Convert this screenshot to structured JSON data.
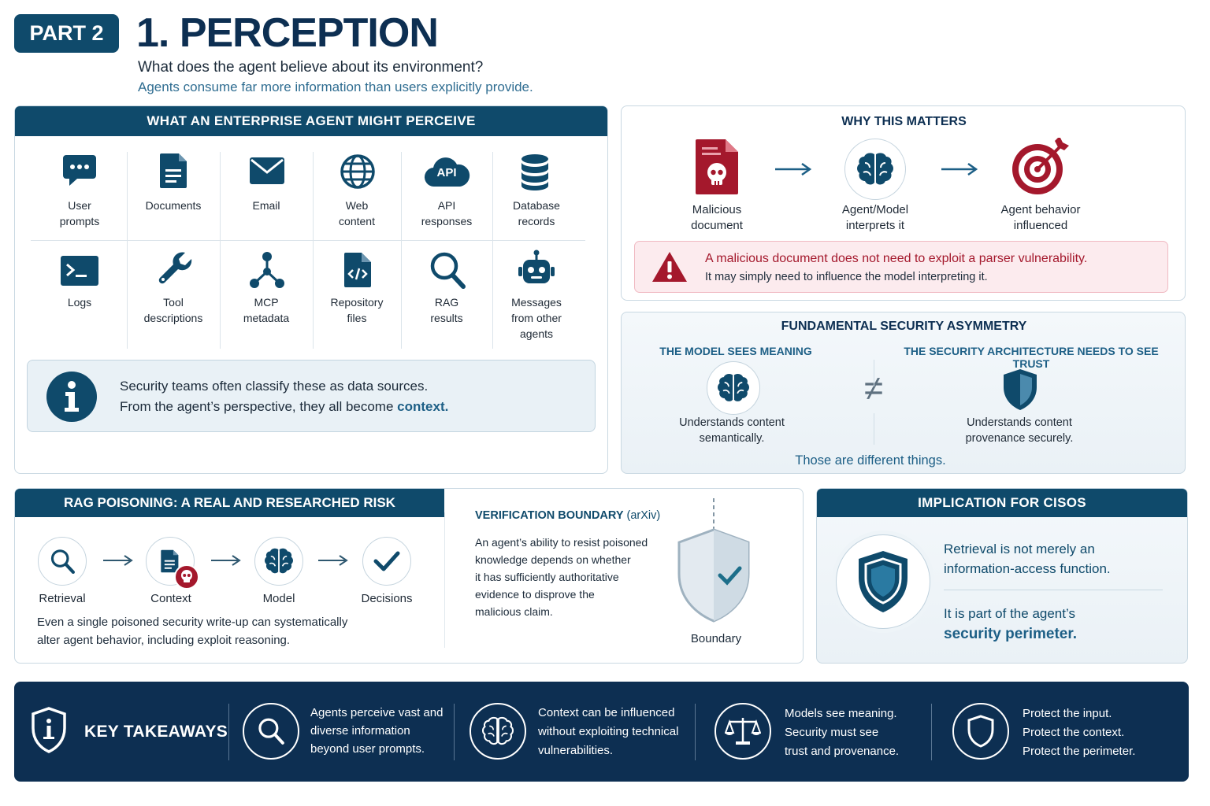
{
  "header": {
    "part_badge": "PART 2",
    "title": "1. PERCEPTION",
    "question": "What does the agent believe about its environment?",
    "subtitle": "Agents consume far more information than users explicitly provide."
  },
  "perceive": {
    "heading": "WHAT AN ENTERPRISE AGENT MIGHT PERCEIVE",
    "items_row1": [
      {
        "label1": "User",
        "label2": "prompts",
        "icon": "chat-icon"
      },
      {
        "label1": "Documents",
        "label2": "",
        "icon": "document-icon"
      },
      {
        "label1": "Email",
        "label2": "",
        "icon": "email-icon"
      },
      {
        "label1": "Web",
        "label2": "content",
        "icon": "globe-icon"
      },
      {
        "label1": "API",
        "label2": "responses",
        "icon": "api-cloud-icon"
      },
      {
        "label1": "Database",
        "label2": "records",
        "icon": "database-icon"
      }
    ],
    "items_row2": [
      {
        "label1": "Logs",
        "label2": "",
        "label3": "",
        "icon": "terminal-icon"
      },
      {
        "label1": "Tool",
        "label2": "descriptions",
        "label3": "",
        "icon": "wrench-icon"
      },
      {
        "label1": "MCP",
        "label2": "metadata",
        "label3": "",
        "icon": "network-icon"
      },
      {
        "label1": "Repository",
        "label2": "files",
        "label3": "",
        "icon": "code-file-icon"
      },
      {
        "label1": "RAG",
        "label2": "results",
        "label3": "",
        "icon": "magnifier-icon"
      },
      {
        "label1": "Messages",
        "label2": "from other",
        "label3": "agents",
        "icon": "robot-icon"
      }
    ],
    "api_text": "API",
    "info_line1": "Security teams often classify these as data sources.",
    "info_line2_pre": "From the agent’s perspective, they all become ",
    "info_line2_em": "context."
  },
  "why": {
    "heading": "WHY THIS MATTERS",
    "steps": [
      {
        "label1": "Malicious",
        "label2": "document"
      },
      {
        "label1": "Agent/Model",
        "label2": "interprets it"
      },
      {
        "label1": "Agent behavior",
        "label2": "influenced"
      }
    ],
    "alert_line1": "A malicious document does not need to exploit a parser vulnerability.",
    "alert_line2": "It may simply need to influence the model interpreting it."
  },
  "asym": {
    "heading": "FUNDAMENTAL SECURITY ASYMMETRY",
    "left_title": "THE MODEL SEES MEANING",
    "right_title": "THE SECURITY ARCHITECTURE NEEDS TO SEE TRUST",
    "left_l1": "Understands content",
    "left_l2": "semantically.",
    "right_l1": "Understands content",
    "right_l2": "provenance securely.",
    "neq": "≠",
    "footer": "Those are different things."
  },
  "rag": {
    "heading": "RAG POISONING: A REAL AND RESEARCHED RISK",
    "steps": [
      "Retrieval",
      "Context",
      "Model",
      "Decisions"
    ],
    "desc_l1": "Even a single poisoned security write-up can systematically",
    "desc_l2": "alter agent behavior, including exploit reasoning.",
    "vb_title": "VERIFICATION BOUNDARY",
    "vb_source": "(arXiv)",
    "vb_lines": [
      "An agent’s ability to resist poisoned",
      "knowledge depends on whether",
      "it has sufficiently authoritative",
      "evidence to disprove the",
      "malicious claim."
    ],
    "boundary_label": "Boundary"
  },
  "ciso": {
    "heading": "IMPLICATION FOR CISOS",
    "l1": "Retrieval is not merely an",
    "l2": "information-access function.",
    "l3": "It is part of the agent’s",
    "l4": "security perimeter."
  },
  "takeaways": {
    "title": "KEY TAKEAWAYS",
    "items": [
      {
        "l1": "Agents perceive vast and",
        "l2": "diverse information",
        "l3": "beyond user prompts."
      },
      {
        "l1": "Context can be influenced",
        "l2": "without exploiting technical",
        "l3": "vulnerabilities."
      },
      {
        "l1": "Models see meaning.",
        "l2": "Security must see",
        "l3": "trust and provenance."
      },
      {
        "l1": "Protect the input.",
        "l2": "Protect the context.",
        "l3": "Protect the perimeter."
      }
    ]
  },
  "colors": {
    "navy": "#0f4a6b",
    "dark_navy": "#0d2f52",
    "teal_text": "#1d5f86",
    "danger": "#a4182c",
    "alert_bg": "#fcebee"
  }
}
